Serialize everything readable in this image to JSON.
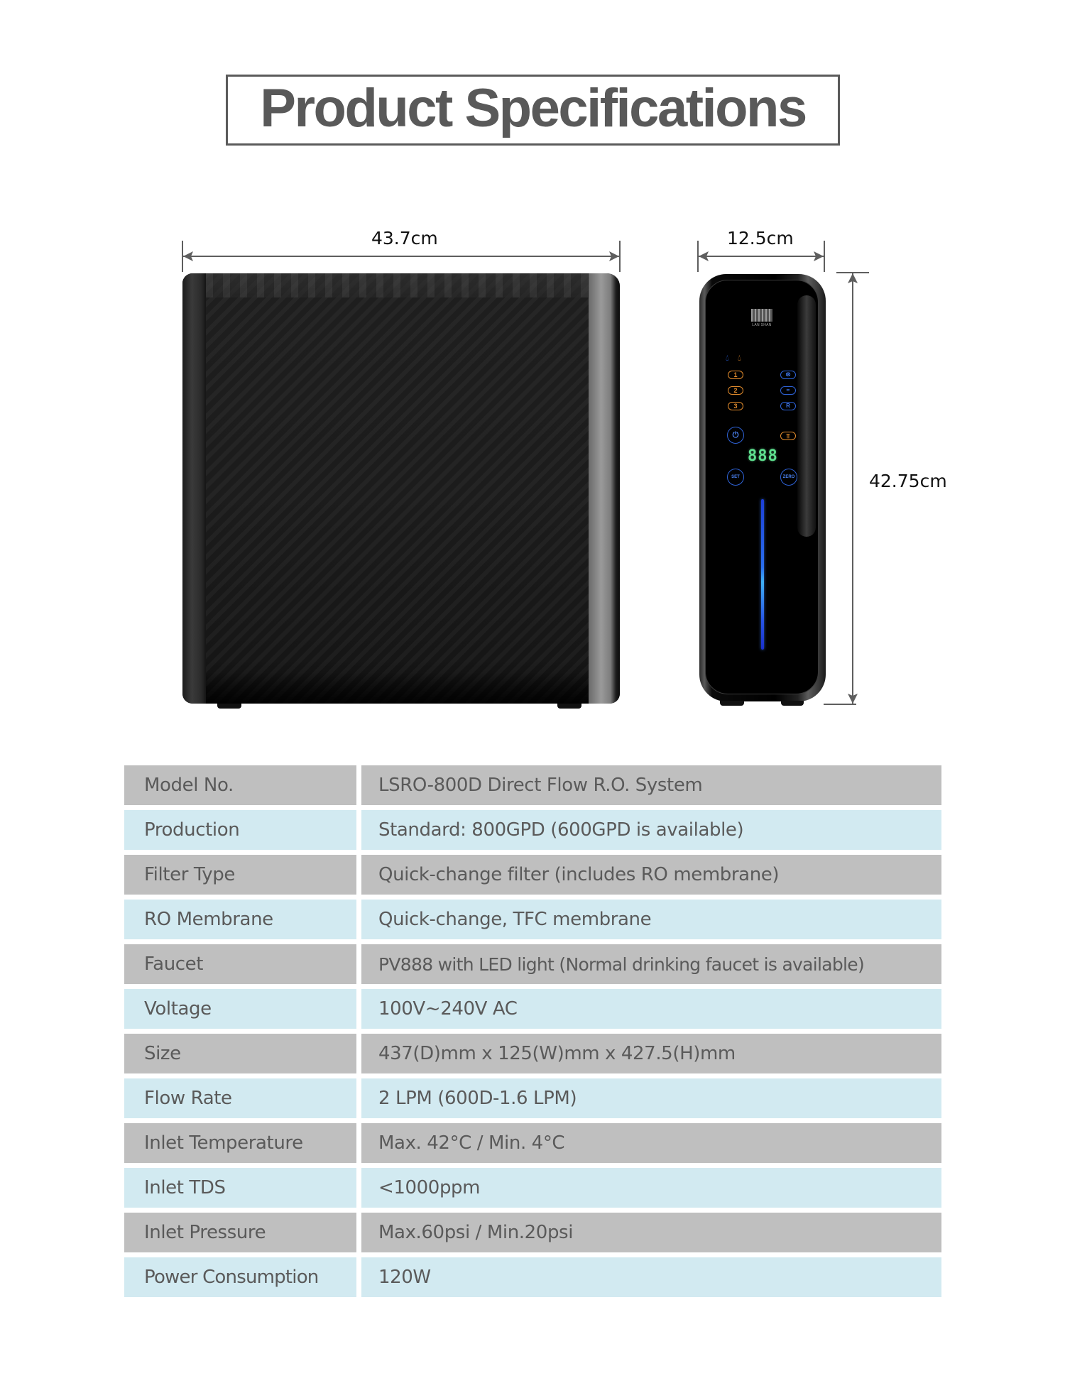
{
  "page": {
    "title": "Product Specifications"
  },
  "dimensions": {
    "width_front": "43.7cm",
    "width_side": "12.5cm",
    "height": "42.75cm"
  },
  "control_panel": {
    "brand": "LAN SHAN",
    "status_icons": [
      "water-drop-ok-icon",
      "water-drop-error-icon"
    ],
    "filter_buttons": [
      "1",
      "2",
      "3"
    ],
    "right_icons": [
      "flush-icon",
      "heat-icon",
      "reset-icon"
    ],
    "power_icon": "power-icon",
    "faucet_icon": "faucet-icon",
    "display_value": "888",
    "set_label": "SET",
    "zero_label": "ZERO",
    "colors": {
      "orange": "#e08a2c",
      "blue": "#2e62d6",
      "display_green": "#5fe08f"
    }
  },
  "specs": {
    "row_colors": {
      "gray": "#bfbfbf",
      "blue": "#d2eaf1"
    },
    "rows": [
      {
        "label": "Model No.",
        "value": "LSRO-800D Direct Flow R.O. System"
      },
      {
        "label": "Production",
        "value": "Standard: 800GPD (600GPD is available)"
      },
      {
        "label": "Filter Type",
        "value": "Quick-change filter (includes RO membrane)"
      },
      {
        "label": "RO Membrane",
        "value": "Quick-change, TFC membrane"
      },
      {
        "label": "Faucet",
        "value": "PV888 with LED light (Normal drinking faucet is available)"
      },
      {
        "label": "Voltage",
        "value": "100V~240V AC"
      },
      {
        "label": "Size",
        "value": "437(D)mm x 125(W)mm x 427.5(H)mm"
      },
      {
        "label": "Flow Rate",
        "value": "2 LPM (600D-1.6 LPM)"
      },
      {
        "label": "Inlet Temperature",
        "value": "Max. 42°C / Min. 4°C"
      },
      {
        "label": "Inlet TDS",
        "value": "<1000ppm"
      },
      {
        "label": "Inlet Pressure",
        "value": "Max.60psi / Min.20psi"
      },
      {
        "label": "Power Consumption",
        "value": "120W"
      }
    ]
  }
}
